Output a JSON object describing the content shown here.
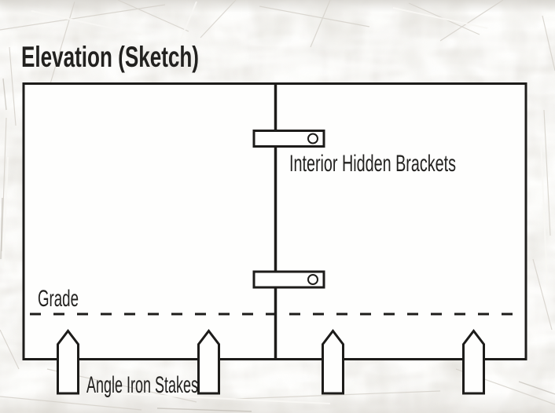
{
  "title": "Elevation (Sketch)",
  "diagram": {
    "type": "construction-elevation-sketch",
    "labels": {
      "interior_brackets": "Interior Hidden Brackets",
      "grade": "Grade",
      "angle_iron_stakes": "Angle Iron Stakes"
    },
    "counts": {
      "brackets": 2,
      "stakes": 4
    },
    "colors": {
      "ink": "#1d1c1a",
      "paper": "#eae8e4",
      "panel": "#fefefd"
    }
  }
}
